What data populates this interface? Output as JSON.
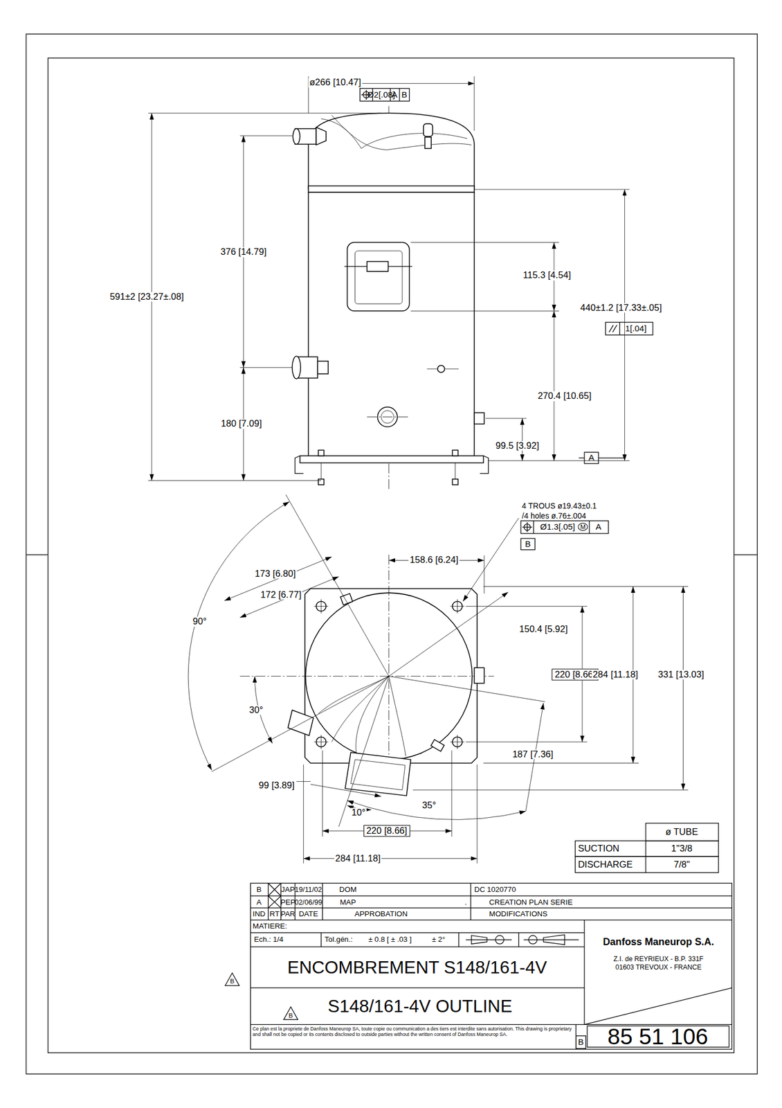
{
  "diagram": {
    "labels": [
      "ø266 [10.47]",
      "Ø2[.08]",
      "A",
      "B",
      "591±2 [23.27±.08]",
      "376 [14.79]",
      "180 [7.09]",
      "115.3 [4.54]",
      "440±1.2 [17.33±.05]",
      "1[.04]",
      "270.4 [10.65]",
      "99.5 [3.92]",
      "A",
      "4 TROUS ø19.43±0.1",
      "/4 holes ø.76±.004",
      "Ø1.3[.05]",
      "M",
      "A",
      "B",
      "158.6 [6.24]",
      "173 [6.80]",
      "172 [6.77]",
      "90°",
      "150.4 [5.92]",
      "220 [8.66]",
      "284 [11.18]",
      "331 [13.03]",
      "30°",
      "187 [7.36]",
      "99 [3.89]",
      "10°",
      "35°",
      "220 [8.66]",
      "284 [11.18]",
      "ø TUBE",
      "SUCTION",
      "1\"3/8",
      "DISCHARGE",
      "7/8\"",
      "B",
      "JAP",
      "19/11/02",
      "DOM",
      "DC 1020770",
      "A",
      "PEP",
      "02/06/99",
      "MAP",
      ".",
      "CREATION PLAN SERIE",
      "IND",
      "RT",
      "PAR",
      "DATE",
      "APPROBATION",
      "MODIFICATIONS",
      "MATIERE:",
      "Ech.: 1/4",
      "Tol.gén.:",
      "± 0.8 [ ± .03 ]",
      "± 2°",
      "Danfoss Maneurop S.A.",
      "Z.I. de REYRIEUX - B.P. 331F",
      "01603 TREVOUX - FRANCE",
      "B",
      "ENCOMBREMENT S148/161-4V",
      "B",
      "S148/161-4V OUTLINE",
      "Ce plan est la propriete de Danfoss Maneurop SA, toute copie ou communication a des tiers est interdite sans autorisation. This drawing is proprietary and shall not be copied or its contents disclosed to outside parties without the written consent of Danfoss Maneurop SA.",
      "B",
      "85 51 106"
    ]
  }
}
